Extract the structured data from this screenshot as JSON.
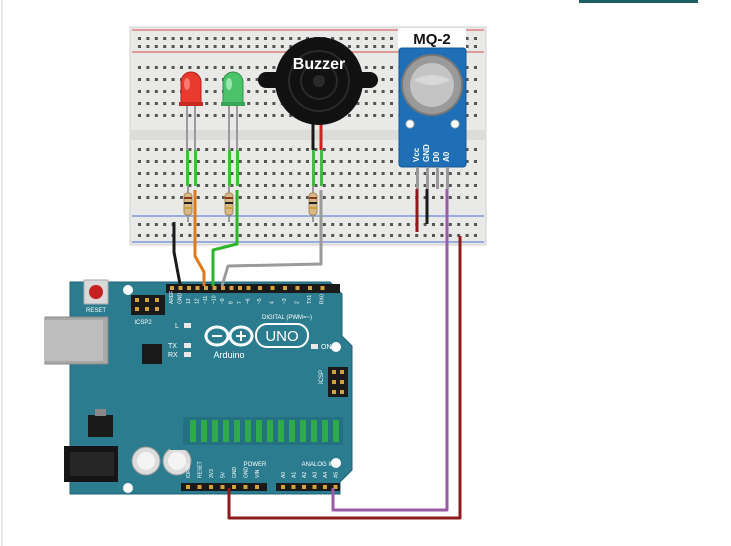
{
  "labels": {
    "buzzer": "Buzzer",
    "sensor": "MQ-2",
    "sensor_pins": [
      "Vcc",
      "GND",
      "D0",
      "A0"
    ]
  },
  "arduino": {
    "reset_label": "RESET",
    "icsp2_label": "ICSP2",
    "icsp_label": "ICSP",
    "led_labels": [
      "L",
      "TX",
      "RX"
    ],
    "on_label": "ON",
    "uno_label": "UNO",
    "brand_label": "Arduino",
    "digital_label": "DIGITAL (PWM=~)",
    "power_label": "POWER",
    "analog_label": "ANALOG IN",
    "digital_pins": [
      "AREF",
      "GND",
      "13",
      "12",
      "~11",
      "~10",
      "~9",
      "8",
      "7",
      "~6",
      "~5",
      "4",
      "~3",
      "2",
      "TX1",
      "RX0"
    ],
    "power_pins": [
      "IOREF",
      "RESET",
      "3V3",
      "5V",
      "GND",
      "GND",
      "VIN"
    ],
    "analog_pins": [
      "A0",
      "A1",
      "A2",
      "A3",
      "A4",
      "A5"
    ]
  },
  "colors": {
    "board": "#2b7c8f",
    "breadboard": "#e9e9e7",
    "wire_orange": "#e07b1a",
    "wire_green": "#2fb52c",
    "wire_gray": "#9a9a9a",
    "wire_black": "#1a1a1a",
    "wire_red": "#8e1b1b",
    "wire_purple": "#9b5aa8",
    "led_red": "#e83a2f",
    "led_green": "#4cc36a",
    "sensor_board": "#1e6fb5"
  }
}
